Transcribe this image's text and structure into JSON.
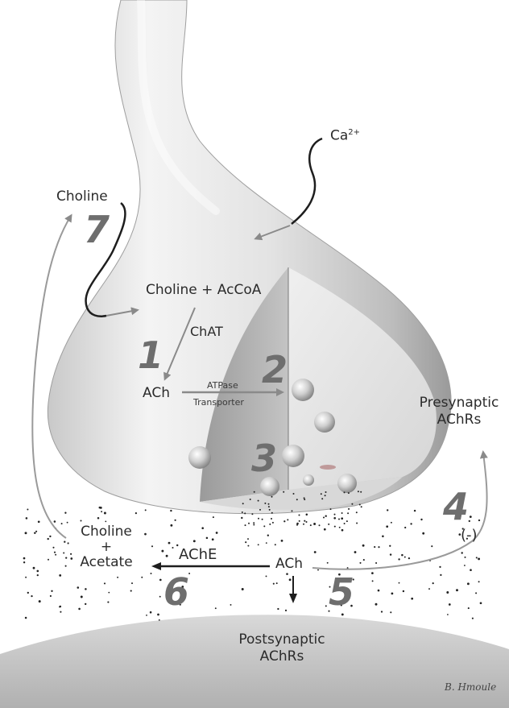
{
  "labels": {
    "ca": "Ca",
    "ca_sup": "2+",
    "choline_top": "Choline",
    "choline_acoa": "Choline + AcCoA",
    "chat": "ChAT",
    "ach_inside": "ACh",
    "atpase": "ATPase",
    "transporter": "Transporter",
    "presynaptic": "Presynaptic",
    "presynaptic_2": "AChRs",
    "negative": "(-)",
    "choline_bottom": "Choline",
    "plus": "+",
    "acetate": "Acetate",
    "ache": "AChE",
    "ach_cleft": "ACh",
    "postsynaptic": "Postsynaptic",
    "postsynaptic_2": "AChRs"
  },
  "steps": [
    "1",
    "2",
    "3",
    "4",
    "5",
    "6",
    "7"
  ],
  "signature": "B. Hmoule",
  "colors": {
    "membrane_light": "#f2f2f2",
    "membrane_mid": "#cfcfcf",
    "membrane_dark": "#8f8f8f",
    "arrow_gray": "#8a8a8a",
    "arrow_dark": "#1e1e1e",
    "vesicle": "#b9b9b9",
    "step_number": "#6e6e6e"
  }
}
